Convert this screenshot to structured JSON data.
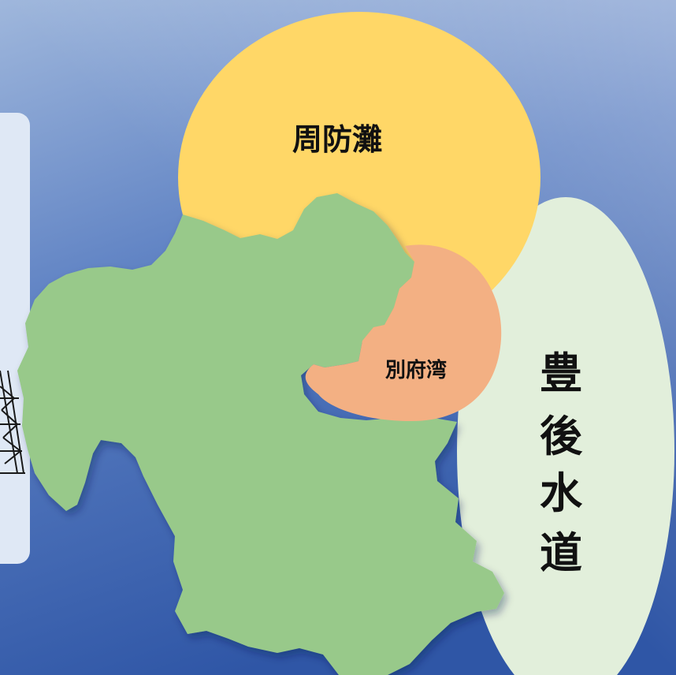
{
  "colors": {
    "background_top": "#9fb7dc",
    "background_bottom": "#2f56a6",
    "side_panel": "#dfe8f5",
    "land": "#98c98a",
    "suo_nada_area": "#ffd767",
    "beppu_bay_area": "#f3b083",
    "bungo_channel_area": "#e2efdb",
    "label_text": "#111111"
  },
  "labels": {
    "suo_nada": "周防灘",
    "beppu_bay": "別府湾",
    "bungo_channel": [
      "豊",
      "後",
      "水",
      "道"
    ]
  },
  "icons": {
    "side_panel_illustration": "transmission-tower-icon"
  }
}
